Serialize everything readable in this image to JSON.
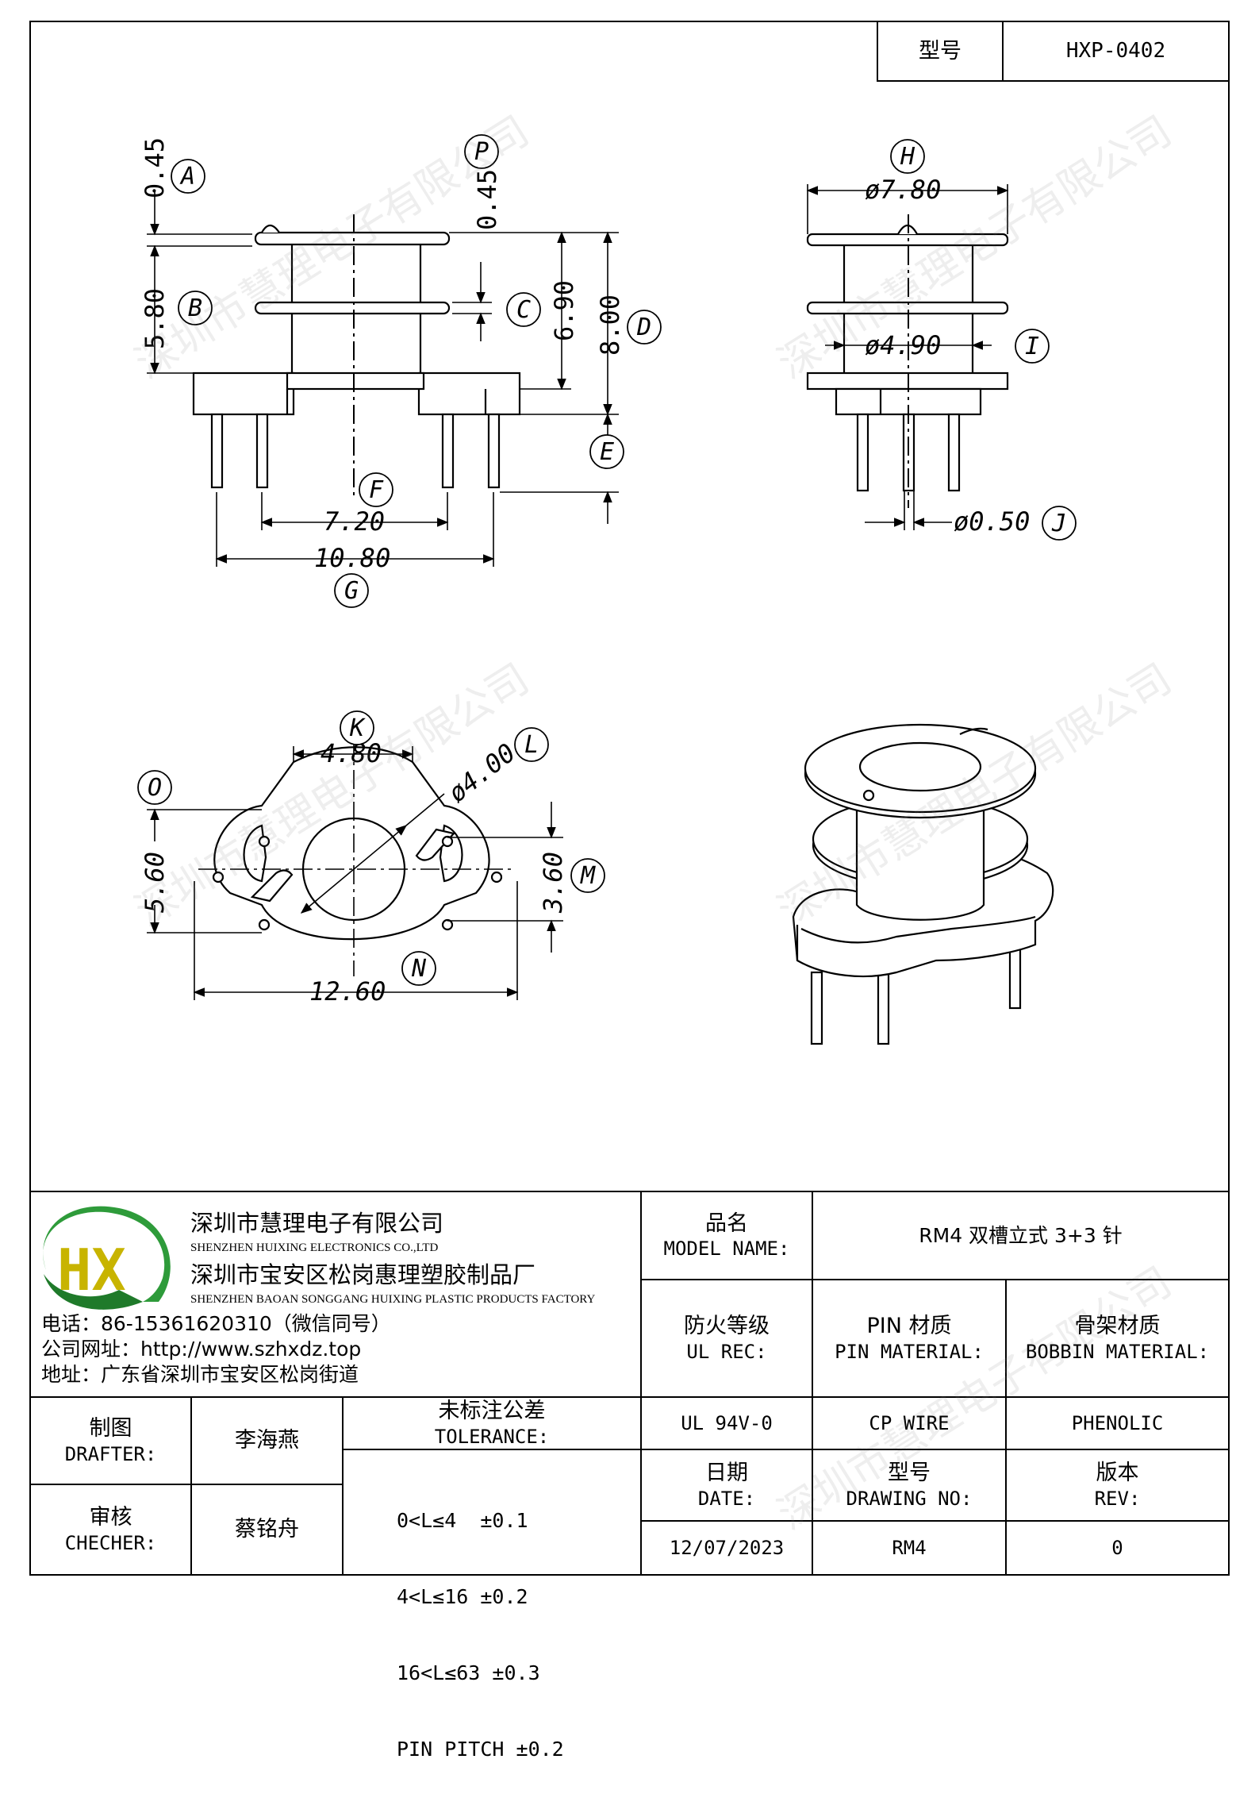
{
  "header": {
    "model_label": "型号",
    "model_value": "HXP-0402"
  },
  "dims": {
    "a": "0.45",
    "b": "5.80",
    "c": "6.90",
    "d": "8.00",
    "p": "0.45",
    "f": "7.20",
    "g": "10.80",
    "h": "ø7.80",
    "i": "ø4.90",
    "j": "ø0.50",
    "k": "4.80",
    "l": "ø4.00",
    "o": "5.60",
    "m": "3.60",
    "n": "12.60"
  },
  "callouts": [
    "A",
    "B",
    "C",
    "D",
    "E",
    "F",
    "G",
    "H",
    "I",
    "J",
    "K",
    "L",
    "M",
    "N",
    "O",
    "P"
  ],
  "company": {
    "name_cn": "深圳市慧理电子有限公司",
    "name_en": "SHENZHEN HUIXING ELECTRONICS CO.,LTD",
    "factory_cn": "深圳市宝安区松岗惠理塑胶制品厂",
    "factory_en": "SHENZHEN BAOAN SONGGANG HUIXING PLASTIC PRODUCTS FACTORY",
    "phone": "电话：86-15361620310（微信同号）",
    "website": "公司网址：http://www.szhxdz.top",
    "address": "地址：广东省深圳市宝安区松岗街道",
    "logo_text": "HX",
    "watermark": "深圳市慧理电子有限公司"
  },
  "table": {
    "model_name_cn": "品名",
    "model_name_en": "MODEL NAME:",
    "model_name_value": "RM4 双槽立式 3+3 针",
    "ul_cn": "防火等级",
    "ul_en": "UL REC:",
    "pin_cn": "PIN 材质",
    "pin_en": "PIN MATERIAL:",
    "bobbin_cn": "骨架材质",
    "bobbin_en": "BOBBIN MATERIAL:",
    "ul_value": "UL 94V-0",
    "pin_value": "CP WIRE",
    "bobbin_value": "PHENOLIC",
    "drafter_cn": "制图",
    "drafter_en": "DRAFTER:",
    "drafter_value": "李海燕",
    "checker_cn": "审核",
    "checker_en": "CHECHER:",
    "checker_value": "蔡铭舟",
    "tol_cn": "未标注公差",
    "tol_en": "TOLERANCE:",
    "tol_lines": [
      "0<L≤4  ±0.1",
      "4<L≤16 ±0.2",
      "16<L≤63 ±0.3",
      "PIN PITCH ±0.2"
    ],
    "date_cn": "日期",
    "date_en": "DATE:",
    "date_value": "12/07/2023",
    "drawing_cn": "型号",
    "drawing_en": "DRAWING NO:",
    "drawing_value": "RM4",
    "rev_cn": "版本",
    "rev_en": "REV:",
    "rev_value": "0"
  }
}
